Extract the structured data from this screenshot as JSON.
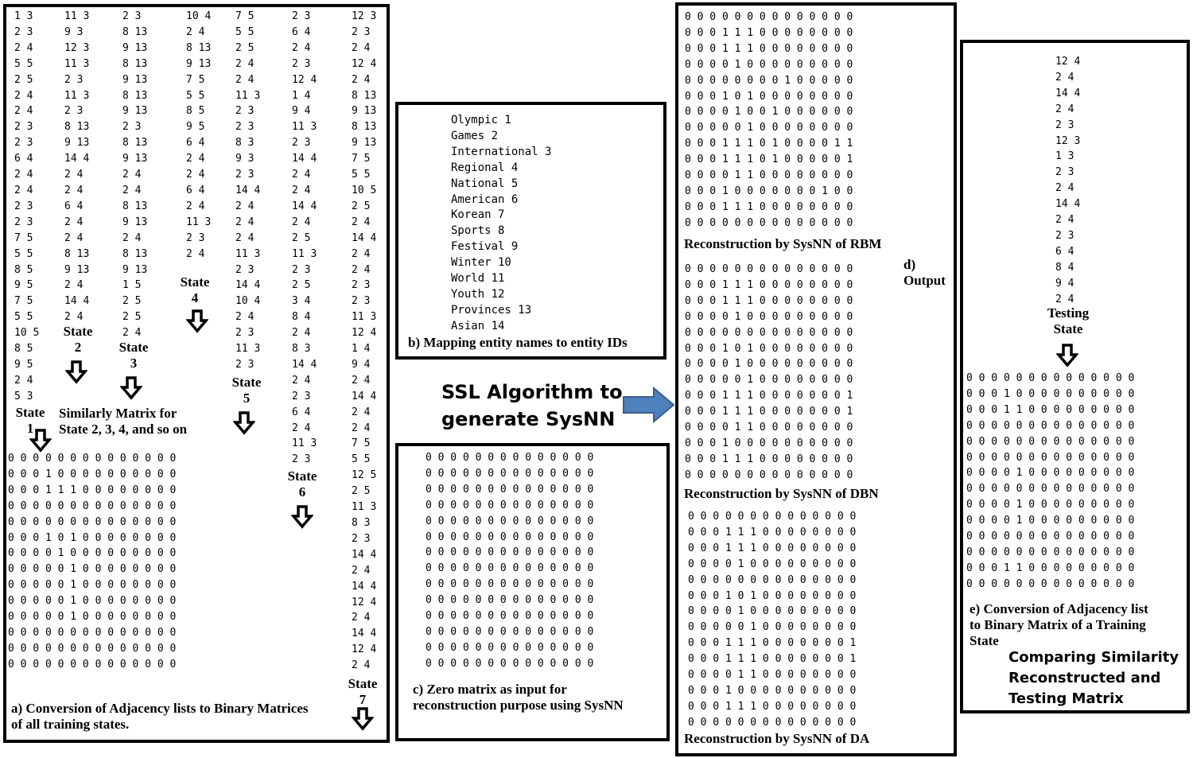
{
  "panelA": {
    "col1": [
      "1 3",
      "2 3",
      "2 4",
      "5 5",
      "2 5",
      "2 4",
      "2 4",
      "2 3",
      "2 3",
      "6 4",
      "2 4",
      "2 4",
      "2 3",
      "2 3",
      "7 5",
      "5 5",
      "8 5",
      "9 5",
      "7 5",
      "5 5",
      "10 5",
      "8 5",
      "9 5",
      "2 4",
      "5 3"
    ],
    "col2": [
      "11 3",
      "9 3",
      "12 3",
      "11 3",
      "2 3",
      "11 3",
      "2 3",
      "8 13",
      "9 13",
      "14 4",
      "2 4",
      "2 4",
      "6 4",
      "2 4",
      "2 4",
      "8 13",
      "9 13",
      "2 4",
      "14 4",
      "2 4"
    ],
    "col3": [
      "2 3",
      "8 13",
      "9 13",
      "8 13",
      "9 13",
      "8 13",
      "9 13",
      "2 3",
      "8 13",
      "9 13",
      "2 4",
      "2 4",
      "8 13",
      "9 13",
      "2 4",
      "8 13",
      "9 13",
      "1 5",
      "2 5",
      "2 5",
      "2 4"
    ],
    "col4": [
      "10 4",
      "2 4",
      "8 13",
      "9 13",
      "7 5",
      "5 5",
      "8 5",
      "9 5",
      "6 4",
      "2 4",
      "2 4",
      "6 4",
      "2 4",
      "11 3",
      "2 3",
      "2 4"
    ],
    "col5": [
      "7 5",
      "5 5",
      "2 5",
      "2 4",
      "2 4",
      "11 3",
      "2 3",
      "2 3",
      "8 3",
      "9 3",
      "2 3",
      "14 4",
      "2 4",
      "2 4",
      "2 4",
      "11 3",
      "2 3",
      "14 4",
      "10 4",
      "2 4",
      "2 3",
      "11 3",
      "2 3"
    ],
    "col6": [
      "2 3",
      "6 4",
      "2 4",
      "2 3",
      "12 4",
      "1 4",
      "9 4",
      "11 3",
      "2 3",
      "14 4",
      "2 4",
      "2 4",
      "14 4",
      "2 4",
      "2 5",
      "11 3",
      "2 3",
      "2 5",
      "3 4",
      "8 4",
      "2 4",
      "8 3",
      "14 4",
      "2 4",
      "2 3",
      "6 4",
      "2 4",
      "11 3",
      "2 3"
    ],
    "col7": [
      "12 3",
      "2 3",
      "2 4",
      "12 4",
      "2 4",
      "8 13",
      "9 13",
      "8 13",
      "9 13",
      "7 5",
      "5 5",
      "10 5",
      "2 5",
      "2 4",
      "14 4",
      "2 4",
      "2 4",
      "2 3",
      "2 3",
      "11 3",
      "12 4",
      "1 4",
      "9 4",
      "2 4",
      "14 4",
      "2 4",
      "2 4",
      "7 5",
      "5 5",
      "12 5",
      "2 5",
      "11 3",
      "8 3",
      "2 3",
      "14 4",
      "2 4",
      "14 4",
      "12 4",
      "2 4",
      "14 4",
      "12 4",
      "2 4"
    ],
    "state1": [
      "State",
      "1"
    ],
    "state2": [
      "State",
      "2"
    ],
    "state3": [
      "State",
      "3"
    ],
    "state4": [
      "State",
      "4"
    ],
    "state5": [
      "State",
      "5"
    ],
    "state6": [
      "State",
      "6"
    ],
    "state7": [
      "State",
      "7"
    ],
    "similarly": [
      "Similarly Matrix for",
      "State 2, 3, 4, and so on"
    ],
    "matrix": [
      "0 0 0 0 0 0 0 0 0 0 0 0 0 0",
      "0 0 0 1 0 0 0 0 0 0 0 0 0 0",
      "0 0 0 1 1 1 0 0 0 0 0 0 0 0",
      "0 0 0 0 0 0 0 0 0 0 0 0 0 0",
      "0 0 0 0 0 0 0 0 0 0 0 0 0 0",
      "0 0 0 1 0 1 0 0 0 0 0 0 0 0",
      "0 0 0 0 1 0 0 0 0 0 0 0 0 0",
      "0 0 0 0 0 1 0 0 0 0 0 0 0 0",
      "0 0 0 0 0 1 0 0 0 0 0 0 0 0",
      "0 0 0 0 0 1 0 0 0 0 0 0 0 0",
      "0 0 0 0 0 1 0 0 0 0 0 0 0 0",
      "0 0 0 0 0 0 0 0 0 0 0 0 0 0",
      "0 0 0 0 0 0 0 0 0 0 0 0 0 0",
      "0 0 0 0 0 0 0 0 0 0 0 0 0 0"
    ],
    "caption": [
      "a) Conversion of Adjacency lists to Binary Matrices",
      "of all training states."
    ]
  },
  "panelB": {
    "entities": [
      "Olympic 1",
      "Games 2",
      "International 3",
      "Regional 4",
      "National 5",
      "American 6",
      "Korean 7",
      "Sports 8",
      "Festival 9",
      "Winter 10",
      "World 11",
      "Youth 12",
      "Provinces 13",
      "Asian 14"
    ],
    "caption": "b) Mapping entity names to entity IDs"
  },
  "center": {
    "ssl": [
      "SSL Algorithm  to",
      "generate SysNN"
    ]
  },
  "panelC": {
    "matrix": [
      "0 0 0 0 0 0 0 0 0 0 0 0 0 0",
      "0 0 0 0 0 0 0 0 0 0 0 0 0 0",
      "0 0 0 0 0 0 0 0 0 0 0 0 0 0",
      "0 0 0 0 0 0 0 0 0 0 0 0 0 0",
      "0 0 0 0 0 0 0 0 0 0 0 0 0 0",
      "0 0 0 0 0 0 0 0 0 0 0 0 0 0",
      "0 0 0 0 0 0 0 0 0 0 0 0 0 0",
      "0 0 0 0 0 0 0 0 0 0 0 0 0 0",
      "0 0 0 0 0 0 0 0 0 0 0 0 0 0",
      "0 0 0 0 0 0 0 0 0 0 0 0 0 0",
      "0 0 0 0 0 0 0 0 0 0 0 0 0 0",
      "0 0 0 0 0 0 0 0 0 0 0 0 0 0",
      "0 0 0 0 0 0 0 0 0 0 0 0 0 0",
      "0 0 0 0 0 0 0 0 0 0 0 0 0 0"
    ],
    "caption": [
      "c) Zero matrix as input for",
      "reconstruction purpose using SysNN"
    ]
  },
  "panelD": {
    "rbm": [
      "0 0 0 0 0 0 0 0 0 0 0 0 0 0",
      "0 0 0 1 1 1 0 0 0 0 0 0 0 0",
      "0 0 0 1 1 1 0 0 0 0 0 0 0 0",
      "0 0 0 0 1 0 0 0 0 0 0 0 0 0",
      "0 0 0 0 0 0 0 0 1 0 0 0 0 0",
      "0 0 0 1 0 1 0 0 0 0 0 0 0 0",
      "0 0 0 0 1 0 0 1 0 0 0 0 0 0",
      "0 0 0 0 0 1 0 0 0 0 0 0 0 0",
      "0 0 0 1 1 1 0 1 0 0 0 0 1 1",
      "0 0 0 1 1 1 0 1 0 0 0 0 0 1",
      "0 0 0 0 1 1 0 0 0 0 0 0 0 0",
      "0 0 0 1 0 0 0 0 0 0 0 1 0 0",
      "0 0 0 1 1 1 0 0 0 0 0 0 0 0",
      "0 0 0 0 0 0 0 0 0 0 0 0 0 0"
    ],
    "rbm_caption": "Reconstruction by SysNN of RBM",
    "dbn": [
      "0 0 0 0 0 0 0 0 0 0 0 0 0 0",
      "0 0 0 1 1 1 0 0 0 0 0 0 0 0",
      "0 0 0 1 1 1 0 0 0 0 0 0 0 0",
      "0 0 0 0 1 0 0 0 0 0 0 0 0 0",
      "0 0 0 0 0 0 0 0 0 0 0 0 0 0",
      "0 0 0 1 0 1 0 0 0 0 0 0 0 0",
      "0 0 0 0 1 0 0 0 0 0 0 0 0 0",
      "0 0 0 0 0 1 0 0 0 0 0 0 0 0",
      "0 0 0 1 1 1 0 0 0 0 0 0 0 1",
      "0 0 0 1 1 1 0 0 0 0 0 0 0 1",
      "0 0 0 0 1 1 0 0 0 0 0 0 0 0",
      "0 0 0 1 0 0 0 0 0 0 0 0 0 0",
      "0 0 0 1 1 1 0 0 0 0 0 0 0 0",
      "0 0 0 0 0 0 0 0 0 0 0 0 0 0"
    ],
    "dbn_caption": "Reconstruction by SysNN of DBN",
    "da": [
      "0 0 0 0 0 0 0 0 0 0 0 0 0 0",
      "0 0 0 1 1 1 0 0 0 0 0 0 0 0",
      "0 0 0 1 1 1 0 0 0 0 0 0 0 0",
      "0 0 0 0 1 0 0 0 0 0 0 0 0 0",
      "0 0 0 0 0 0 0 0 0 0 0 0 0 0",
      "0 0 0 1 0 1 0 0 0 0 0 0 0 0",
      "0 0 0 0 1 0 0 0 0 0 0 0 0 0",
      "0 0 0 0 0 1 0 0 0 0 0 0 0 0",
      "0 0 0 1 1 1 0 0 0 0 0 0 0 1",
      "0 0 0 1 1 1 0 0 0 0 0 0 0 1",
      "0 0 0 0 1 1 0 0 0 0 0 0 0 0",
      "0 0 0 1 0 0 0 0 0 0 0 0 0 0",
      "0 0 0 1 1 1 0 0 0 0 0 0 0 0",
      "0 0 0 0 0 0 0 0 0 0 0 0 0 0"
    ],
    "da_caption": "Reconstruction by SysNN of DA",
    "output_label": [
      "d)",
      "Output"
    ]
  },
  "panelE": {
    "list": [
      "12 4",
      "2 4",
      "14 4",
      "2 4",
      "2 3",
      "12 3",
      "1 3",
      "2 3",
      "2 4",
      "14 4",
      "2 4",
      "2 3",
      "6 4",
      "8 4",
      "9 4",
      "2 4"
    ],
    "testing": [
      "Testing",
      "State"
    ],
    "matrix": [
      "0 0 0 0 0 0 0 0 0 0 0 0 0 0",
      "0 0 0 1 0 0 0 0 0 0 0 0 0 0",
      "0 0 0 1 1 0 0 0 0 0 0 0 0 0",
      "0 0 0 0 0 0 0 0 0 0 0 0 0 0",
      "0 0 0 0 0 0 0 0 0 0 0 0 0 0",
      "0 0 0 0 0 0 0 0 0 0 0 0 0 0",
      "0 0 0 0 1 0 0 0 0 0 0 0 0 0",
      "0 0 0 0 0 0 0 0 0 0 0 0 0 0",
      "0 0 0 0 1 0 0 0 0 0 0 0 0 0",
      "0 0 0 0 1 0 0 0 0 0 0 0 0 0",
      "0 0 0 0 0 0 0 0 0 0 0 0 0 0",
      "0 0 0 0 0 0 0 0 0 0 0 0 0 0",
      "0 0 0 1 1 0 0 0 0 0 0 0 0 0",
      "0 0 0 0 0 0 0 0 0 0 0 0 0 0"
    ],
    "caption": [
      "e) Conversion of Adjacency list",
      "to Binary Matrix of a Training",
      "State"
    ],
    "comparing": [
      "Comparing Similarity",
      "Reconstructed and",
      "Testing Matrix"
    ]
  }
}
